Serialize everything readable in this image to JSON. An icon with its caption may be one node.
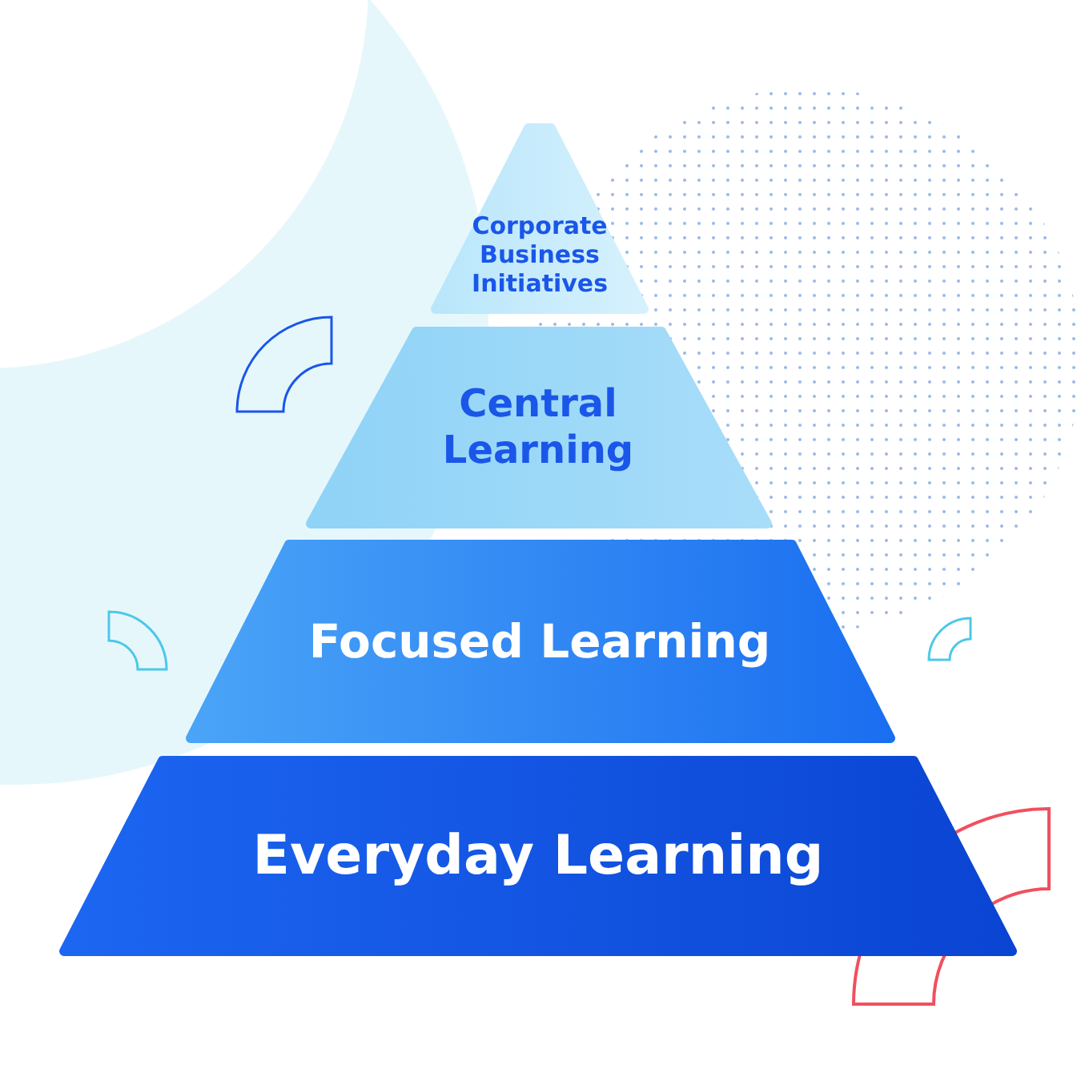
{
  "diagram": {
    "nodes": [
      {
        "text": [
          "Corporate Business Initiatives"
        ]
      },
      {
        "text": [
          "Central Learning"
        ]
      },
      {
        "text": [
          "Focused Learning"
        ]
      },
      {
        "text": [
          "Everyday Learning"
        ]
      }
    ]
  }
}
